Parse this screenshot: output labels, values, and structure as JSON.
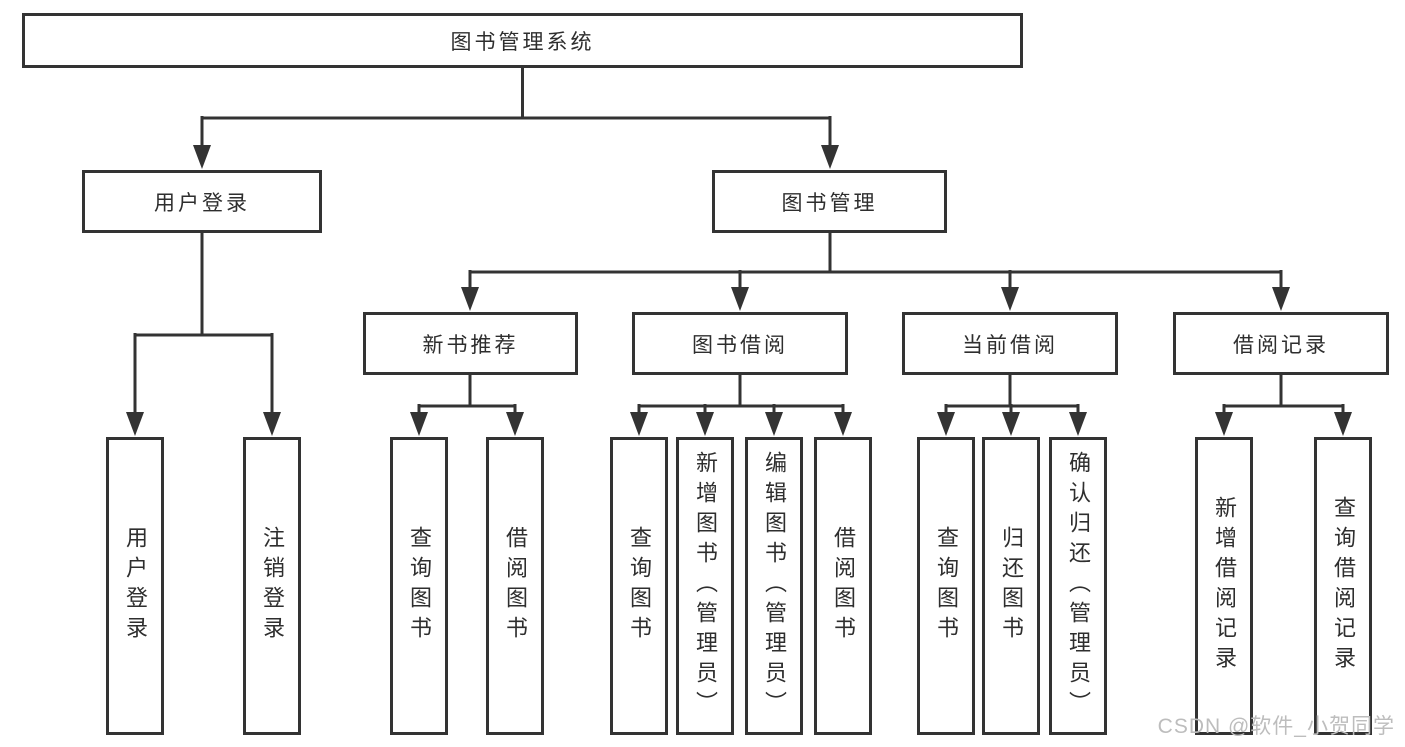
{
  "diagram": {
    "title": "图书管理系统",
    "level2": [
      {
        "label": "用户登录"
      },
      {
        "label": "图书管理"
      }
    ],
    "level3": [
      {
        "label": "新书推荐"
      },
      {
        "label": "图书借阅"
      },
      {
        "label": "当前借阅"
      },
      {
        "label": "借阅记录"
      }
    ],
    "leaves": {
      "user": [
        "用户登录",
        "注销登录"
      ],
      "recommend": [
        "查询图书",
        "借阅图书"
      ],
      "borrow": [
        "查询图书",
        "新增图书（管理员）",
        "编辑图书（管理员）",
        "借阅图书"
      ],
      "current": [
        "查询图书",
        "归还图书",
        "确认归还（管理员）"
      ],
      "records": [
        "新增借阅记录",
        "查询借阅记录"
      ]
    }
  },
  "watermark": "CSDN @软件_小贺同学",
  "colors": {
    "line": "#333333",
    "text": "#2e2e2e",
    "watermark": "#bdbdbd",
    "background": "#ffffff"
  }
}
